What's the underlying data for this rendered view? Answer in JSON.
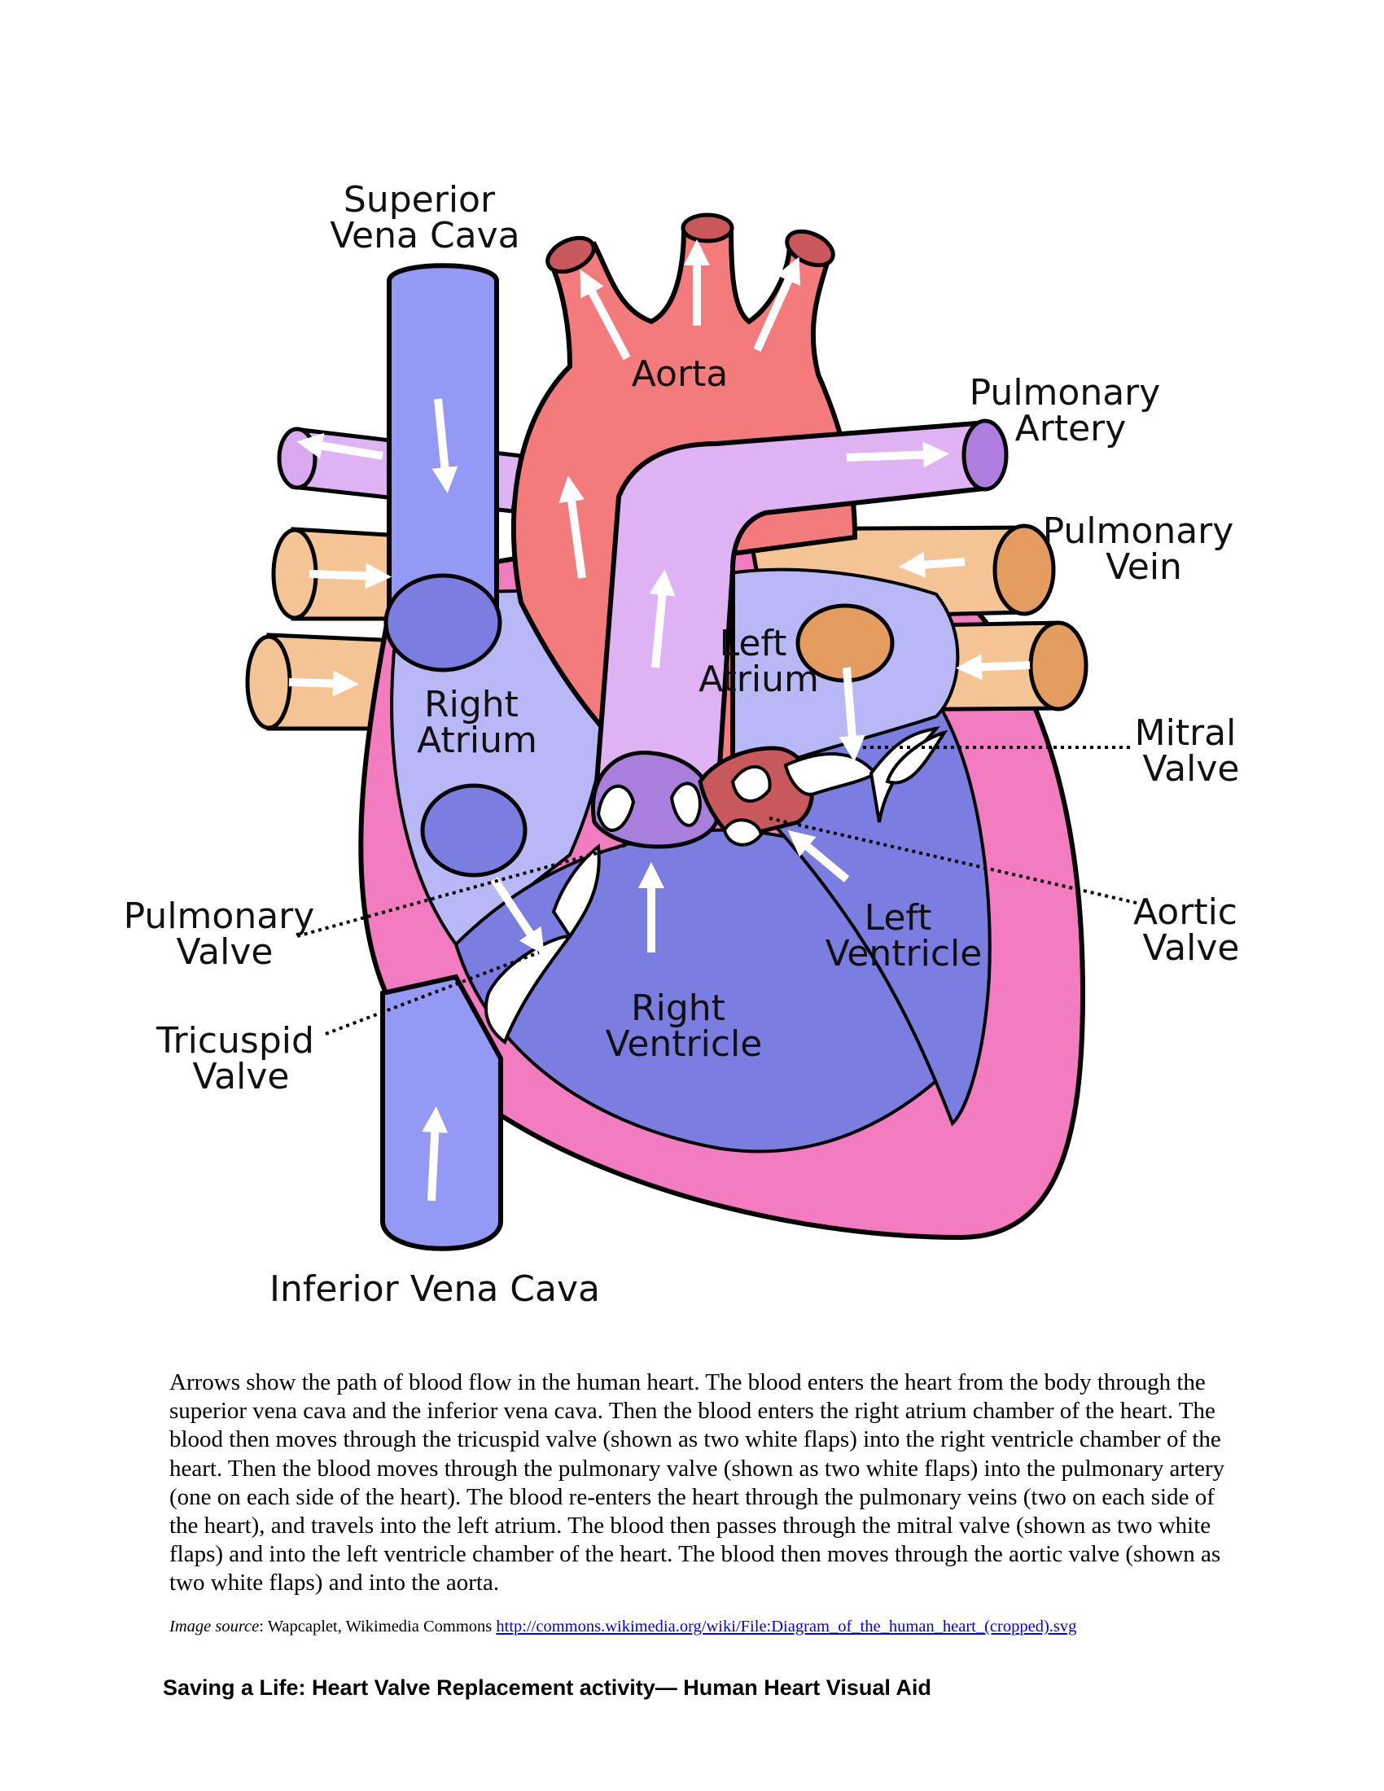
{
  "labels": {
    "superior_vena_cava": [
      "Superior",
      "Vena Cava"
    ],
    "aorta": [
      "Aorta"
    ],
    "pulmonary_artery": [
      "Pulmonary",
      "Artery"
    ],
    "pulmonary_vein": [
      "Pulmonary",
      "Vein"
    ],
    "left_atrium": [
      "Left",
      "Atrium"
    ],
    "right_atrium": [
      "Right",
      "Atrium"
    ],
    "mitral_valve": [
      "Mitral",
      "Valve"
    ],
    "aortic_valve": [
      "Aortic",
      "Valve"
    ],
    "pulmonary_valve": [
      "Pulmonary",
      "Valve"
    ],
    "left_ventricle": [
      "Left",
      "Ventricle"
    ],
    "tricuspid_valve": [
      "Tricuspid",
      "Valve"
    ],
    "right_ventricle": [
      "Right",
      "Ventricle"
    ],
    "inferior_vena_cava": [
      "Inferior Vena Cava"
    ]
  },
  "caption": "Arrows show the path of blood flow in the human heart. The blood enters the heart from the body through the superior vena cava and the inferior vena cava. Then the blood enters the right atrium chamber of the heart. The blood then moves through the tricuspid valve (shown as two white flaps) into the right ventricle chamber of the heart. Then the blood moves through the pulmonary valve (shown as two white flaps) into the pulmonary artery (one on each side of the heart). The blood re-enters the heart through the pulmonary veins (two on each side of the heart), and travels into the left atrium. The blood then passes through the mitral valve (shown as two white flaps) and into the left ventricle chamber of the heart. The blood then moves through the aortic valve (shown as two white flaps) and into the aorta.",
  "source": {
    "label": "Image source",
    "text": ": Wapcaplet, Wikimedia Commons ",
    "url": "http://commons.wikimedia.org/wiki/File:Diagram_of_the_human_heart_(cropped).svg"
  },
  "footer": "Saving a Life: Heart Valve Replacement activity— Human Heart Visual Aid",
  "colors": {
    "vena_cava": "#9499f5",
    "aorta": "#f47b7b",
    "pulmonary_artery": "#d9a8f0",
    "pulmonary_vein": "#f5c495",
    "heart_wall": "#f37bbf",
    "atrium": "#b8b8f7",
    "ventricle": "#7b7ee0"
  }
}
